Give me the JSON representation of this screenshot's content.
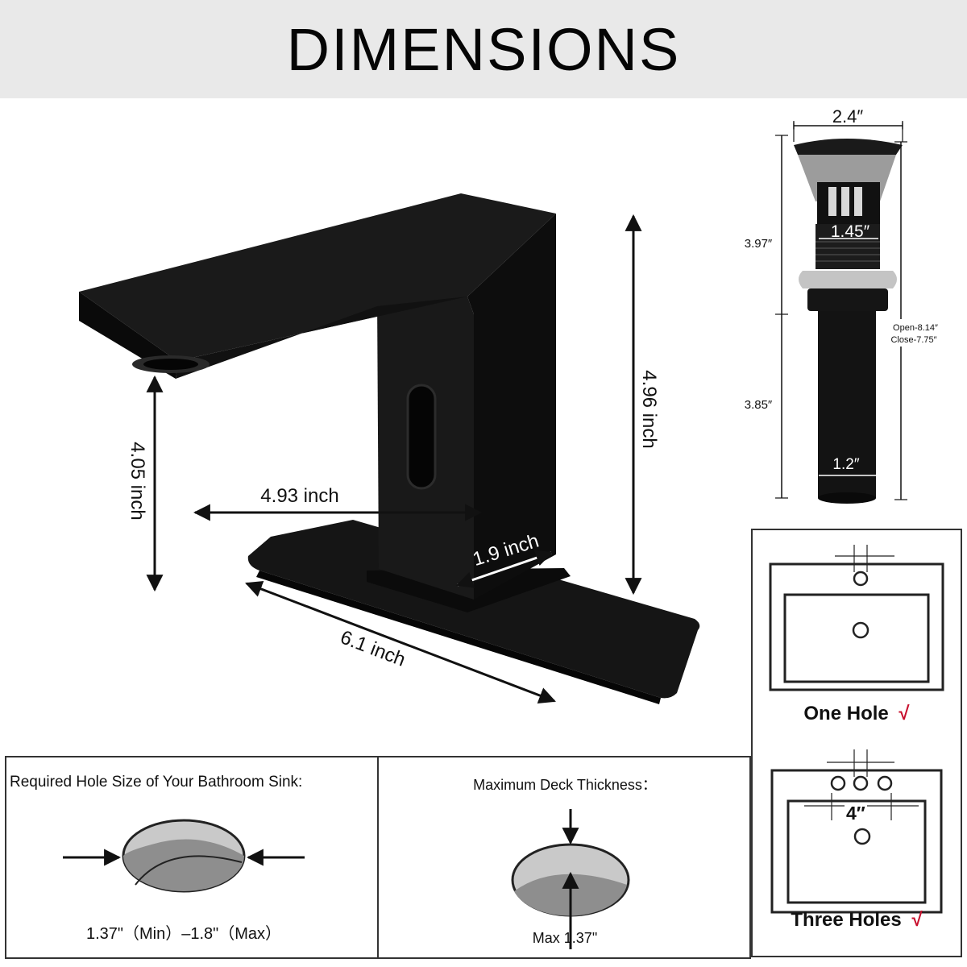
{
  "title": "DIMENSIONS",
  "faucet": {
    "spout_height": "4.05 inch",
    "total_height": "4.96 inch",
    "reach": "4.93 inch",
    "base_width": "1.9 inch",
    "plate_length": "6.1 inch"
  },
  "drain": {
    "top_width": "2.4″",
    "upper_height": "3.97″",
    "body_width": "1.45″",
    "lower_height": "3.85″",
    "pipe_width": "1.2″",
    "open_length": "Open-8.14″",
    "close_length": "Close-7.75″"
  },
  "sink_options": {
    "one_hole": {
      "label": "One Hole",
      "check": "√"
    },
    "three_holes": {
      "label": "Three Holes",
      "check": "√",
      "spacing": "4″"
    }
  },
  "hole_size": {
    "heading": "Required Hole Size of Your Bathroom Sink:",
    "range": "1.37\"（Min）–1.8\"（Max）"
  },
  "deck": {
    "heading": "Maximum Deck Thickness：",
    "max": "Max 1.37\""
  },
  "colors": {
    "check_red": "#c8102e",
    "faucet_black": "#111111",
    "header_bg": "#e9e9e9"
  }
}
